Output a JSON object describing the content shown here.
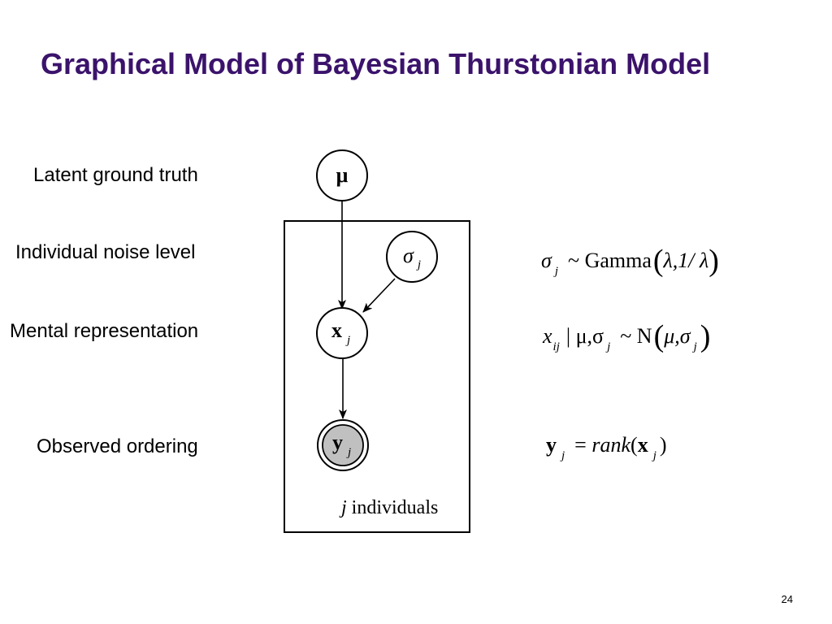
{
  "slide": {
    "title": "Graphical Model of Bayesian Thurstonian Model",
    "page_number": "24"
  },
  "labels": {
    "latent": "Latent ground truth",
    "noise": "Individual noise level",
    "mental": "Mental representation",
    "observed": "Observed ordering"
  },
  "plate": {
    "index": "j",
    "label": "individuals"
  },
  "nodes": {
    "mu": "μ",
    "sigma": "σ",
    "x": "x",
    "y": "y",
    "subscript": "j"
  },
  "equations": {
    "sigma_prior": {
      "sigma": "σ",
      "sub": "j",
      "dist": "~ Gamma",
      "lparen": "(",
      "args": "λ,1/ λ",
      "rparen": ")"
    },
    "x_likelihood": {
      "x": "x",
      "sub_ij": "ij",
      "given": "| μ,σ",
      "sub_j": "j",
      "dist": "~ N",
      "lparen": "(",
      "args": "μ,σ",
      "args_sub": "j",
      "rparen": ")"
    },
    "y_rank": {
      "y": "y",
      "sub_j": "j",
      "eq": "= ",
      "rank": "rank",
      "lparen": "(",
      "x": "x",
      "x_sub": "j",
      "rparen": ")"
    }
  },
  "colors": {
    "title": "#3b136b",
    "observed_fill": "#c0c0c0"
  }
}
